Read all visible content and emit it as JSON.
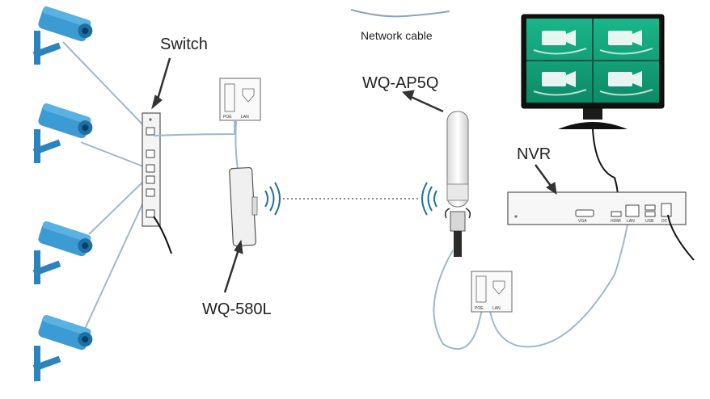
{
  "labels": {
    "switch": "Switch",
    "network_cable": "Network cable",
    "wq_ap5q": "WQ-AP5Q",
    "nvr": "NVR",
    "wq_580l": "WQ-580L"
  },
  "poe_injector": {
    "poe": "POE",
    "lan": "LAN"
  },
  "nvr_ports": [
    "VGA",
    "HDMI",
    "LAN",
    "USB",
    "DC"
  ],
  "colors": {
    "camera": "#3c9bd3",
    "camera_dark": "#1f6fa6",
    "cable": "#9eb8cc",
    "monitor_screen": "#15a07a",
    "device_gray": "#f2f2f2",
    "outline": "#555555"
  }
}
